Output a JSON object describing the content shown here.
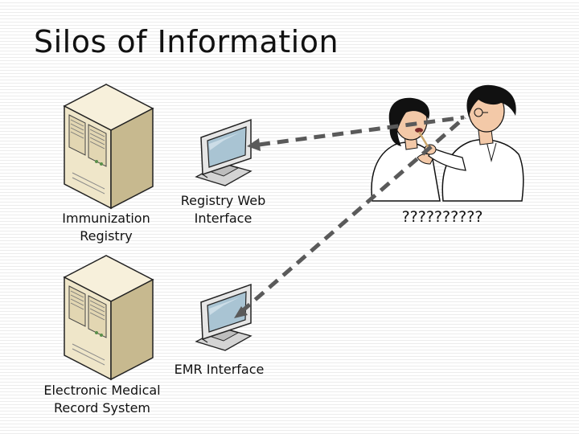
{
  "title": "Silos of Information",
  "labels": {
    "immunization_registry": "Immunization\nRegistry",
    "registry_web_interface": "Registry Web\nInterface",
    "emr_interface": "EMR Interface",
    "ehr_system": "Electronic Medical\nRecord System",
    "unknown": "??????????"
  },
  "icons": {
    "registry_server": "server-tower-icon",
    "ehr_server": "server-tower-icon",
    "registry_monitor": "monitor-icon",
    "emr_monitor": "monitor-icon",
    "clinician": "doctor-patient-illustration"
  },
  "colors": {
    "server_body": "#efe6c9",
    "server_shade": "#c7b98f",
    "monitor_frame": "#e6e6e6",
    "monitor_screen": "#a9c4d3",
    "connector": "#5a5a5a"
  }
}
